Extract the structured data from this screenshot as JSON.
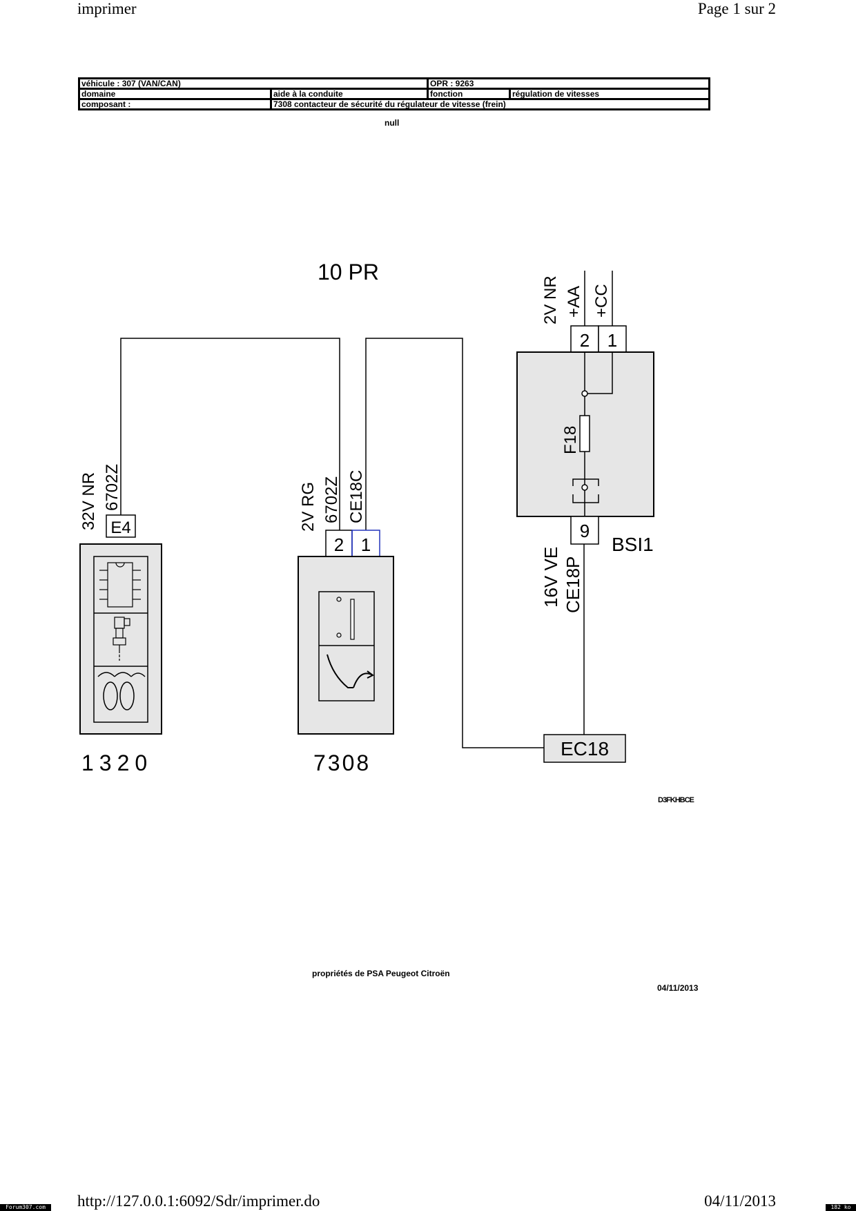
{
  "header": {
    "left": "imprimer",
    "right": "Page 1 sur 2"
  },
  "info_table": {
    "vehicule": "véhicule : 307 (VAN/CAN)",
    "opr": "OPR : 9263",
    "domaine_label": "domaine",
    "domaine_value": "aide à la conduite",
    "fonction_label": "fonction",
    "fonction_value": "régulation de vitesses",
    "composant_label": "composant :",
    "composant_value": "7308 contacteur de sécurité du régulateur de vitesse (frein)"
  },
  "null_label": "null",
  "diagram": {
    "harness_label": "10 PR",
    "components": [
      {
        "id": "1320",
        "connector_label": "E4",
        "connector_type": "32V NR",
        "wire": "6702Z"
      },
      {
        "id": "7308",
        "connector_type": "2V RG",
        "pin_2": "2",
        "pin_1": "1",
        "wire_pin2": "6702Z",
        "wire_pin1": "CE18C"
      },
      {
        "id": "BSI1",
        "top_connector_type": "2V NR",
        "top_pin_2": "2",
        "top_pin_1": "1",
        "supply_pin2": "+AA",
        "supply_pin1": "+CC",
        "fuse": "F18",
        "bottom_pin": "9",
        "bottom_connector_type": "16V VE",
        "bottom_wire": "CE18P"
      }
    ],
    "splice": "EC18",
    "reference_code": "D3FKHBCE"
  },
  "footer": {
    "property": "propriétés de PSA Peugeot Citroën",
    "date": "04/11/2013",
    "url": "http://127.0.0.1:6092/Sdr/imprimer.do",
    "print_date": "04/11/2013"
  },
  "badges": {
    "left": "Forum307.com",
    "right": "182 ko"
  }
}
